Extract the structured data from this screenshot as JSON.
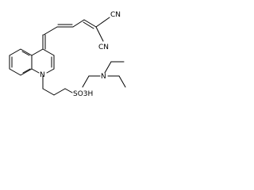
{
  "molecule": {
    "dicyano_ends": [
      "CN",
      "CN"
    ],
    "ring_nitrogen": "N",
    "sulfonic_acid": "SO3H",
    "triethylamine_nitrogen": "N"
  },
  "colors": {
    "background": "#ffffff",
    "bond": "#000000",
    "text": "#000000"
  }
}
